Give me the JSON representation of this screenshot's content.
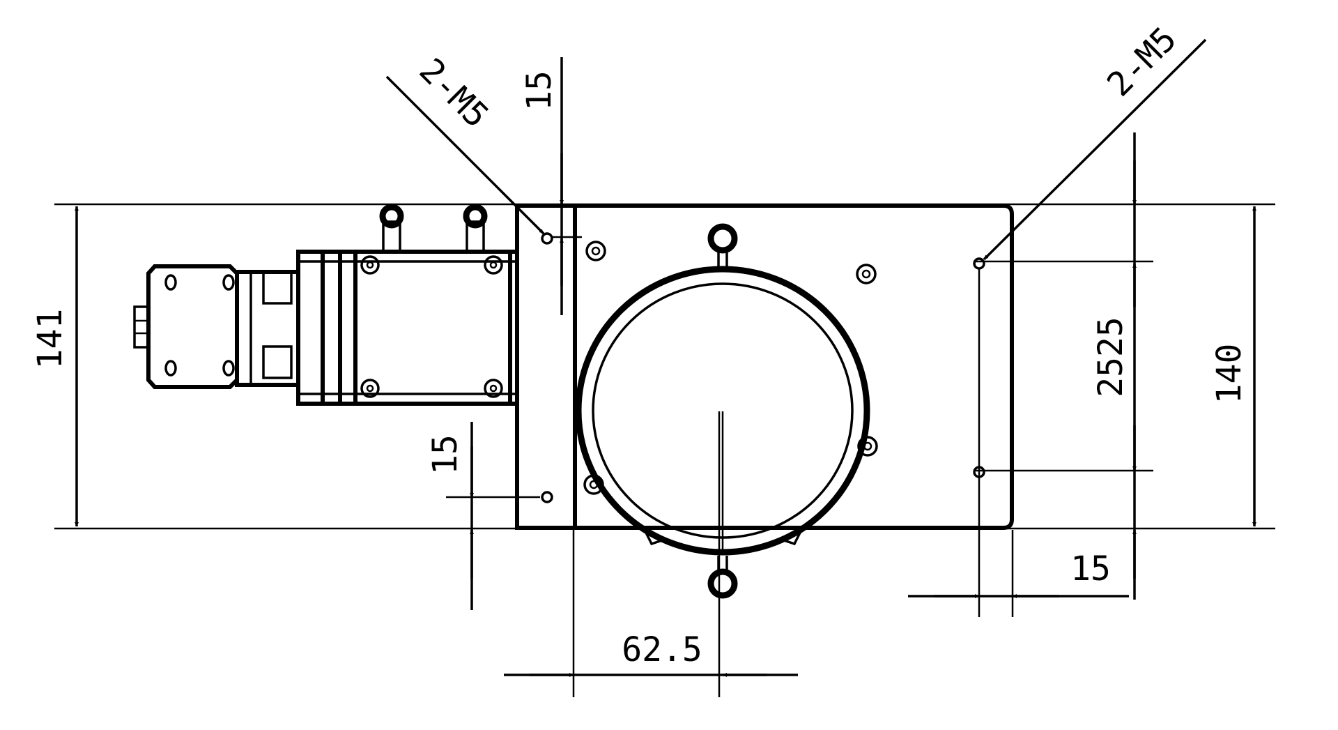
{
  "dimensions": {
    "height_left": "141",
    "height_right": "140",
    "top_offset": "15",
    "bottom_offset": "15",
    "hole_offset_right": "15",
    "center_offset": "62.5",
    "hole_pitch_overlap": "2525"
  },
  "callouts": {
    "left_holes": "2-M5",
    "right_holes": "2-M5"
  },
  "colors": {
    "line": "#000000",
    "background": "#ffffff"
  }
}
